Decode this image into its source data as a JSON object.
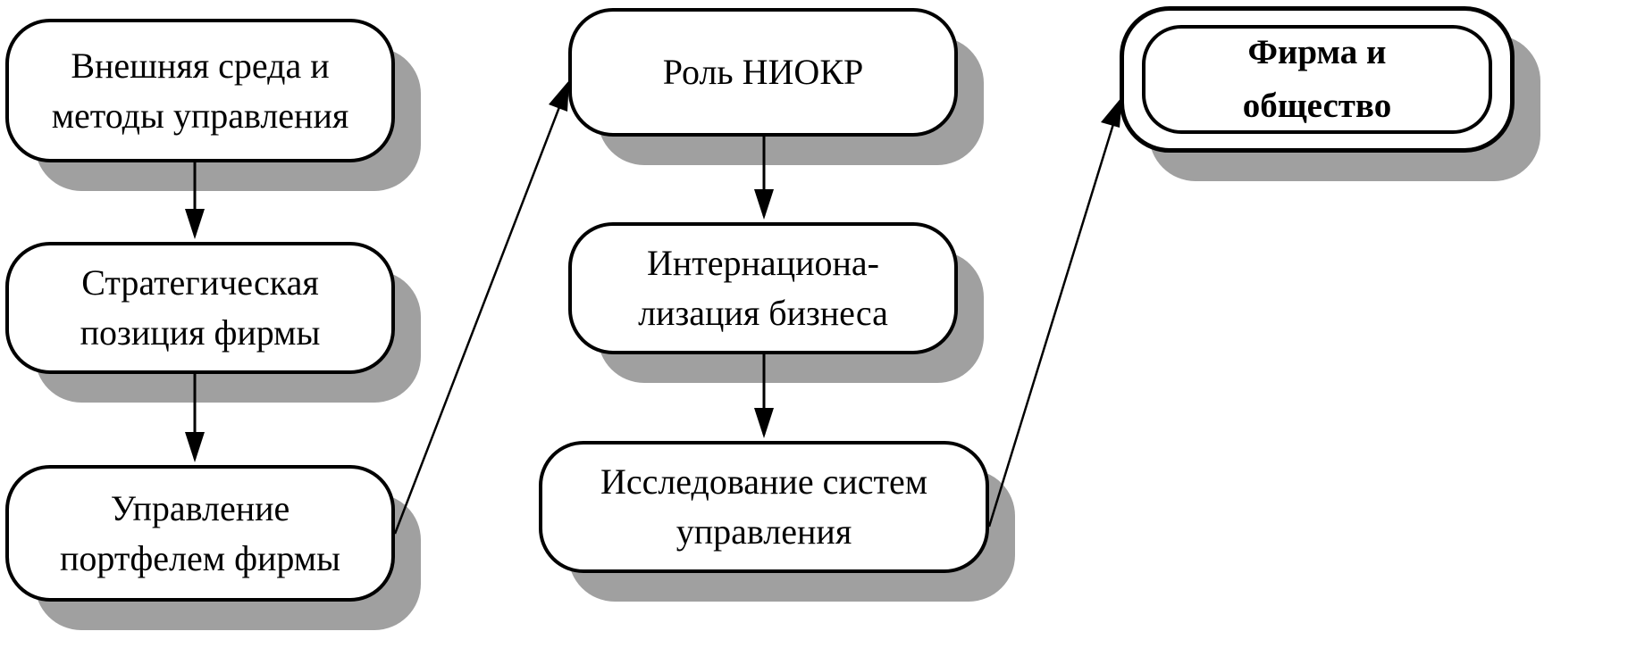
{
  "diagram": {
    "nodes": [
      {
        "id": "external-environment",
        "label": "Внешняя среда  и\nметоды управления"
      },
      {
        "id": "strategic-position",
        "label": "Стратегическая\nпозиция фирмы"
      },
      {
        "id": "portfolio-management",
        "label": "Управление\nпортфелем фирмы"
      },
      {
        "id": "rnd-role",
        "label": "Роль НИОКР"
      },
      {
        "id": "internationalization",
        "label": "Интернациона-\nлизация бизнеса"
      },
      {
        "id": "management-systems-research",
        "label": "Исследование систем\nуправления"
      },
      {
        "id": "firm-and-society",
        "label": "Фирма    и\nобщество"
      }
    ],
    "edges": [
      {
        "from": "external-environment",
        "to": "strategic-position"
      },
      {
        "from": "strategic-position",
        "to": "portfolio-management"
      },
      {
        "from": "portfolio-management",
        "to": "rnd-role"
      },
      {
        "from": "rnd-role",
        "to": "internationalization"
      },
      {
        "from": "internationalization",
        "to": "management-systems-research"
      },
      {
        "from": "management-systems-research",
        "to": "firm-and-society"
      }
    ],
    "colors": {
      "stroke": "#000000",
      "shadow": "#a0a0a0",
      "fill": "#ffffff"
    }
  }
}
